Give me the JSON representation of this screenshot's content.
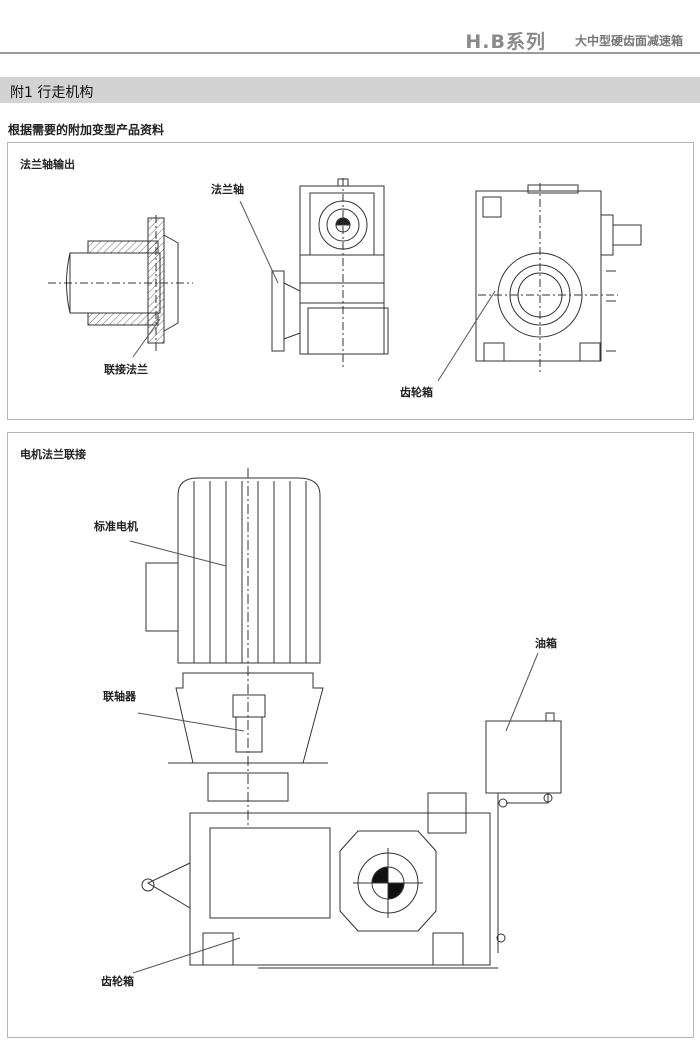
{
  "header": {
    "series": "H.B系列",
    "subtitle": "大中型硬齿面减速箱"
  },
  "section": {
    "title": "附1  行走机构"
  },
  "intro": "根据需要的附加变型产品资料",
  "panel1": {
    "title": "法兰轴输出",
    "labels": {
      "flange_shaft": "法兰轴",
      "coupling_flange": "联接法兰",
      "gearbox": "齿轮箱"
    }
  },
  "panel2": {
    "title": "电机法兰联接",
    "labels": {
      "motor": "标准电机",
      "coupling": "联轴器",
      "oil_tank": "油箱",
      "gearbox": "齿轮箱"
    }
  }
}
